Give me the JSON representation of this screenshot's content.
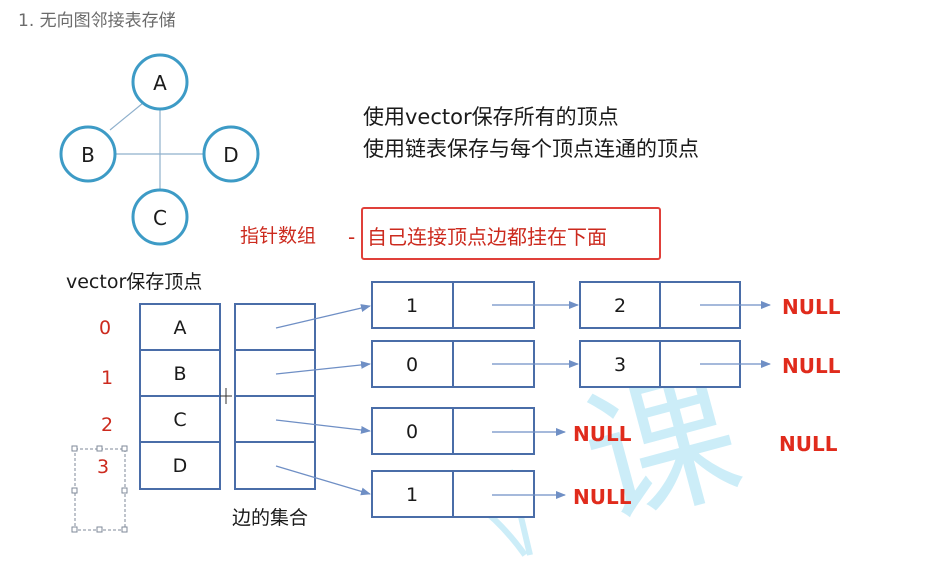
{
  "section_heading": "1. 无向图邻接表存储",
  "graph": {
    "nodes": [
      "A",
      "B",
      "D",
      "C"
    ]
  },
  "description": {
    "line1": "使用vector保存所有的顶点",
    "line2": "使用链表保存与每个顶点连通的顶点"
  },
  "pointer_array_label": "指针数组",
  "dash": "-",
  "callout_text": "自己连接顶点边都挂在下面",
  "vector_label": "vector保存顶点",
  "edge_set_label": "边的集合",
  "indices": [
    "0",
    "1",
    "2",
    "3"
  ],
  "vertices": [
    "A",
    "B",
    "C",
    "D"
  ],
  "lists": [
    {
      "first": "1",
      "second": "2",
      "end": "NULL"
    },
    {
      "first": "0",
      "second": "3",
      "end": "NULL"
    },
    {
      "first": "0",
      "end": "NULL"
    },
    {
      "first": "1",
      "end": "NULL"
    }
  ],
  "stray_null": "NULL",
  "watermark": "课",
  "colors": {
    "circle_stroke": "#3d9bc6",
    "box_stroke": "#4a6da8",
    "arrow": "#6f8fc5",
    "null_red": "#e02b1c",
    "index_red": "#cc2a1e",
    "callout_border": "#e0403a",
    "watermark": "#8fd8f0",
    "text": "#1a1a1a"
  }
}
